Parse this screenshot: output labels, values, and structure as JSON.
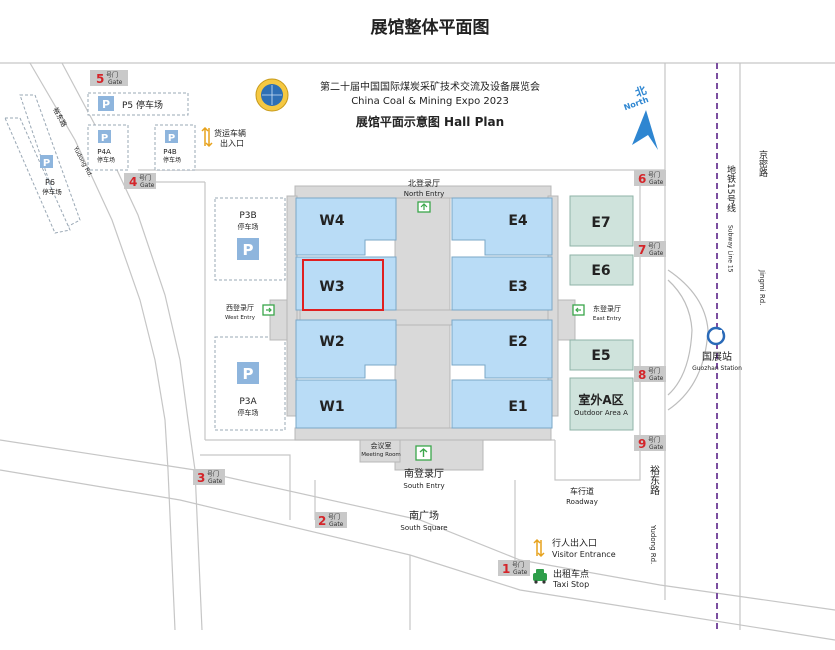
{
  "page_title": "展馆整体平面图",
  "expo": {
    "title_cn": "第二十届中国国际煤炭采矿技术交流及设备展览会",
    "title_en": "China Coal & Mining Expo 2023",
    "subtitle": "展馆平面示意图 Hall Plan"
  },
  "north": {
    "cn": "北",
    "en": "North"
  },
  "halls": {
    "w4": "W4",
    "w3": "W3",
    "w2": "W2",
    "w1": "W1",
    "e4": "E4",
    "e3": "E3",
    "e2": "E2",
    "e1": "E1",
    "e7": "E7",
    "e6": "E6",
    "e5": "E5",
    "outdoor_cn": "室外A区",
    "outdoor_en": "Outdoor Area A"
  },
  "entries": {
    "north_cn": "北登录厅",
    "north_en": "North Entry",
    "south_cn": "南登录厅",
    "south_en": "South Entry",
    "west_cn": "西登录厅",
    "west_en": "West Entry",
    "east_cn": "东登录厅",
    "east_en": "East Entry",
    "meeting_cn": "会议室",
    "meeting_en": "Meeting Room"
  },
  "parking": {
    "p5": "P5 停车场",
    "p4a_code": "P4A",
    "p4a_label": "停车场",
    "p4b_code": "P4B",
    "p4b_label": "停车场",
    "p6_code": "P6",
    "p6_label": "停车场",
    "p3b_code": "P3B",
    "p3b_label": "停车场",
    "p3a_code": "P3A",
    "p3a_label": "停车场",
    "p_letter": "P"
  },
  "gates": {
    "gate_cn": "号门",
    "gate_en": "Gate",
    "g1": "1",
    "g2": "2",
    "g3": "3",
    "g4": "4",
    "g5": "5",
    "g6": "6",
    "g7": "7",
    "g8": "8",
    "g9": "9"
  },
  "labels": {
    "freight_cn": "货运车辆",
    "freight_cn2": "出入口",
    "south_square_cn": "南广场",
    "south_square_en": "South Square",
    "roadway_cn": "车行道",
    "roadway_en": "Roadway",
    "visitor_cn": "行人出入口",
    "visitor_en": "Visitor Entrance",
    "taxi_cn": "出租车点",
    "taxi_en": "Taxi Stop",
    "station_cn": "国展站",
    "station_en": "Guozhan Station",
    "subway_cn": "地铁15号线",
    "subway_en": "Subway Line 15",
    "jingmi_cn": "京密路",
    "jingmi_en": "Jingmi Rd.",
    "yudong_cn": "裕东路",
    "yudong_en": "Yudong Rd.",
    "yudong_left_cn": "裕东路",
    "yudong_left_en": "Yudong Rd."
  },
  "colors": {
    "hall_blue": "#b9dcf6",
    "hall_green": "#cfe3dc",
    "gate_red": "#d4252a",
    "subway_purple": "#7b4fa0",
    "highlight_red": "#e02020",
    "entry_green": "#3aa64a",
    "north_arrow_blue": "#2e86d1"
  }
}
